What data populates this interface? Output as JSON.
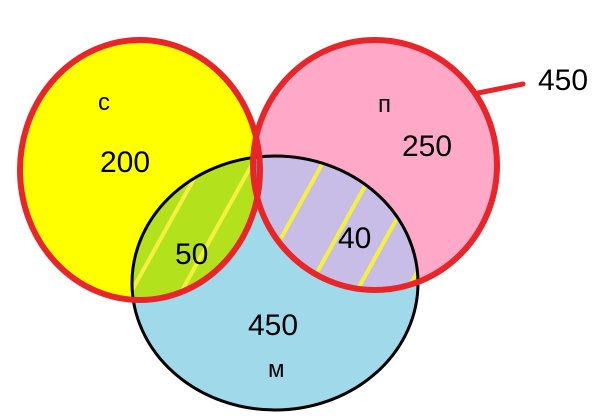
{
  "colors": {
    "set_c": "#ffff00",
    "set_p": "#ffa8c7",
    "set_m": "#9fd9ea",
    "c_p": "#f78023",
    "c_m": "#b3e21d",
    "p_m": "#c7bde6",
    "c_p_m": "#6e94bc",
    "outline_red": "#e8262a",
    "outline_black": "#000000",
    "hatch": "#f4f040"
  },
  "sets": {
    "c": {
      "letter": "с",
      "value": "200"
    },
    "p": {
      "letter": "п",
      "value": "250"
    },
    "m": {
      "letter": "м",
      "value": "450"
    }
  },
  "regions": {
    "c_m_only": "50",
    "p_m_only": "40"
  },
  "union_label": "450"
}
